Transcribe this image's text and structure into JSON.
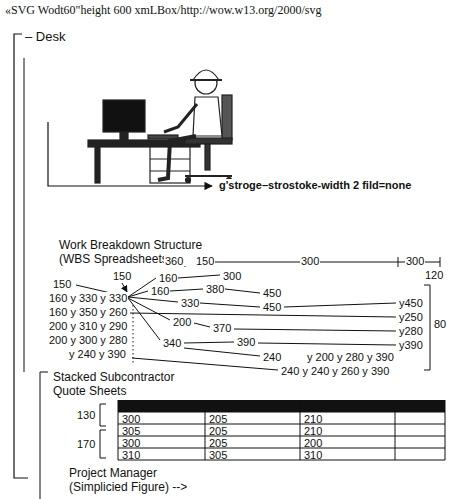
{
  "diagram": {
    "labels": [
      "«SVG Wodt60\"height 600 xmLBox/http://wow.w13.org/2000/svg",
      "– Desk",
      "g'stroge–strostoke-width 2 fild=none",
      "Work Breakdown Structure (WBS Spreadsheets",
      "360",
      "150",
      "300",
      "300",
      "150",
      "120",
      "160",
      "300",
      "150",
      "380",
      "160",
      "450",
      "160 y 330 y 330",
      "330",
      "y450",
      "450",
      "160 y 350 y 260",
      "y250",
      "200",
      "80",
      "200 y 310 y 290",
      "370",
      "y280",
      "200 y 300 y 280",
      "390",
      "340",
      "y390",
      "y 240 y 390",
      "240",
      "y 200 y 280 y 390",
      "240 y 240 y 260 y 390",
      "Stacked Subcontractor Quote Sheets",
      "130",
      "300",
      "205",
      "210",
      "305",
      "205",
      "210",
      "170",
      "300",
      "205",
      "200",
      "310",
      "305",
      "310",
      "Project Manager (Simplicied Figure) -->"
    ]
  }
}
